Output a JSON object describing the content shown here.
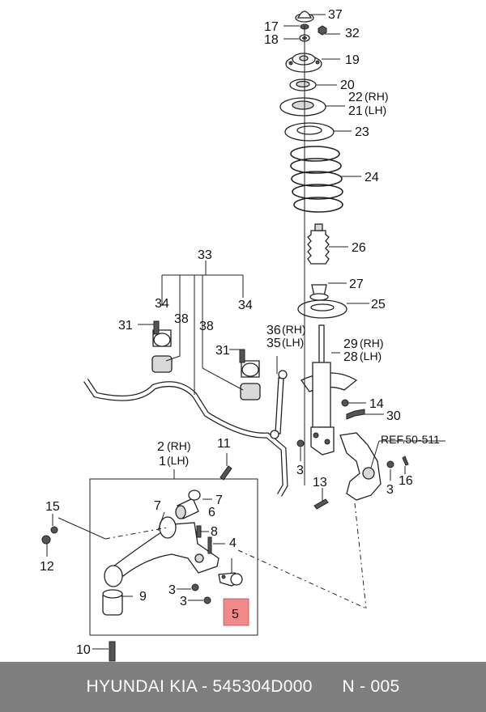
{
  "callouts": {
    "c37": "37",
    "c17": "17",
    "c32": "32",
    "c18": "18",
    "c19": "19",
    "c20": "20",
    "c22": "22",
    "c22_side": "(RH)",
    "c21": "21",
    "c21_side": "(LH)",
    "c23": "23",
    "c24": "24",
    "c26": "26",
    "c27": "27",
    "c25": "25",
    "c33": "33",
    "c34_left": "34",
    "c34_right": "34",
    "c31_left": "31",
    "c31_right": "31",
    "c38_left": "38",
    "c38_right": "38",
    "c36": "36",
    "c36_side": "(RH)",
    "c35": "35",
    "c35_side": "(LH)",
    "c29": "29",
    "c29_side": "(RH)",
    "c28": "28",
    "c28_side": "(LH)",
    "c14": "14",
    "c30": "30",
    "c2": "2",
    "c2_side": "(RH)",
    "c1": "1",
    "c1_side": "(LH)",
    "c11": "11",
    "c3_a": "3",
    "c3_b": "3",
    "c3_c": "3",
    "c3_d": "3",
    "c13": "13",
    "c16": "16",
    "c15": "15",
    "c12": "12",
    "c7_a": "7",
    "c7_b": "7",
    "c6": "6",
    "c8": "8",
    "c4": "4",
    "c9": "9",
    "c5": "5",
    "c10": "10",
    "ref": "REF.50-511"
  },
  "colors": {
    "highlight": "#f08a8a",
    "footer_bg": "#7f7f7f",
    "footer_text": "#ffffff"
  },
  "footer": {
    "text": "HYUNDAI KIA - 545304D000      N - 005"
  }
}
